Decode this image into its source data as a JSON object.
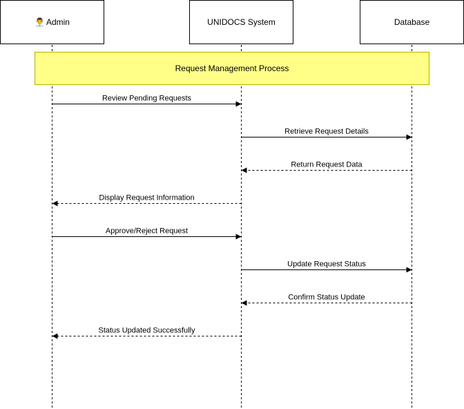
{
  "participants": {
    "admin": {
      "icon": "👨‍💼",
      "label": "Admin"
    },
    "system": {
      "label": "UNIDOCS System"
    },
    "database": {
      "label": "Database"
    }
  },
  "note": {
    "text": "Request Management Process"
  },
  "messages": [
    {
      "text": "Review Pending Requests",
      "from": "admin",
      "to": "system",
      "style": "solid"
    },
    {
      "text": "Retrieve Request Details",
      "from": "system",
      "to": "database",
      "style": "solid"
    },
    {
      "text": "Return Request Data",
      "from": "database",
      "to": "system",
      "style": "dashed"
    },
    {
      "text": "Display Request Information",
      "from": "system",
      "to": "admin",
      "style": "dashed"
    },
    {
      "text": "Approve/Reject Request",
      "from": "admin",
      "to": "system",
      "style": "solid"
    },
    {
      "text": "Update Request Status",
      "from": "system",
      "to": "database",
      "style": "solid"
    },
    {
      "text": "Confirm Status Update",
      "from": "database",
      "to": "system",
      "style": "dashed"
    },
    {
      "text": "Status Updated Successfully",
      "from": "system",
      "to": "admin",
      "style": "dashed"
    }
  ]
}
